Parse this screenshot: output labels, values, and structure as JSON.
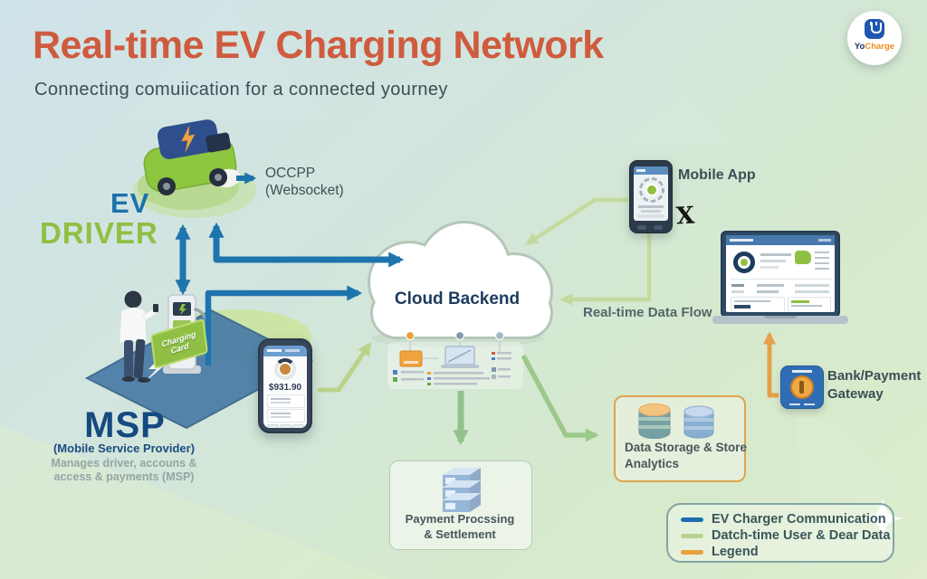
{
  "header": {
    "title": "Real-time EV Charging Network",
    "subtitle": "Connecting comuiication for a connected yourney"
  },
  "logo": {
    "yo": "Yo",
    "charge": "Charge"
  },
  "diagram": {
    "ev_driver": {
      "ev": "EV",
      "driver": "DRIVER"
    },
    "occpp": {
      "line1": "OCCPP",
      "line2": "(Websocket)"
    },
    "cloud": {
      "label": "Cloud Backend"
    },
    "mobile_app": {
      "label": "Mobile App",
      "x_mark": "X"
    },
    "data_flow_label": "Real-time Data Flow",
    "bank": {
      "line1": "Bank/Payment",
      "line2": "Gateway"
    },
    "msp": {
      "title": "MSP",
      "subtitle": "(Mobile Service Provider)",
      "desc1": "Manages driver, accouns &",
      "desc2": "access & payments (MSP)",
      "banner_line1": "Charging",
      "banner_line2": "Card",
      "phone_balance": "$931.90"
    },
    "payment_box": {
      "line1": "Payment Procssing",
      "line2": "& Settlement"
    },
    "storage_box": {
      "line1": "Data Storage & Store",
      "line2": "Analytics"
    }
  },
  "legend": {
    "items": [
      {
        "label": "EV Charger Communication",
        "color": "#1e6fae"
      },
      {
        "label": "Datch-time User & Dear Data",
        "color": "#b7d38e"
      },
      {
        "label": "Legend",
        "color": "#e8a13c"
      }
    ]
  },
  "colors": {
    "title": "#cf5b3e",
    "ev_blue": "#1d71ad",
    "driver_green": "#8fc043",
    "charger_comm_blue": "#1e74ad",
    "data_flow_green": "#b9d48a",
    "accent_orange": "#e6a04a"
  },
  "icons": {
    "logo_plug": "plug-icon",
    "car": "ev-car-icon",
    "cloud": "cloud-icon",
    "phones": "smartphone-icon",
    "laptop": "laptop-icon",
    "bank": "payment-gateway-icon",
    "databases": "database-icon",
    "servers": "server-stack-icon",
    "sparkle": "sparkle-icon",
    "lightning": "lightning-icon"
  }
}
